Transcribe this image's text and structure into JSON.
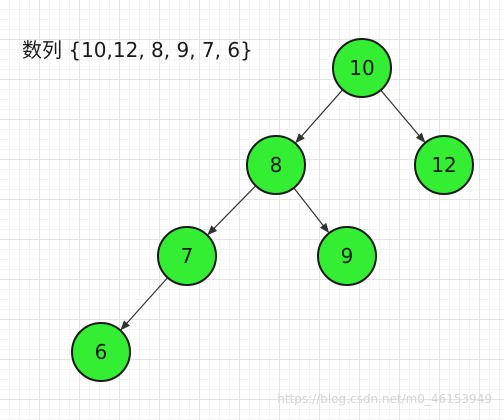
{
  "caption": "数列 {10,12, 8, 9, 7, 6}",
  "colors": {
    "node_fill": "#33ee33",
    "node_stroke": "#1a1a1a",
    "edge": "#333333"
  },
  "tree": {
    "nodes": [
      {
        "id": "n10",
        "label": "10"
      },
      {
        "id": "n8",
        "label": "8"
      },
      {
        "id": "n12",
        "label": "12"
      },
      {
        "id": "n7",
        "label": "7"
      },
      {
        "id": "n9",
        "label": "9"
      },
      {
        "id": "n6",
        "label": "6"
      }
    ],
    "edges": [
      {
        "from": "n10",
        "to": "n8"
      },
      {
        "from": "n10",
        "to": "n12"
      },
      {
        "from": "n8",
        "to": "n7"
      },
      {
        "from": "n8",
        "to": "n9"
      },
      {
        "from": "n7",
        "to": "n6"
      }
    ]
  },
  "watermark": "https://blog.csdn.net/m0_46153949"
}
